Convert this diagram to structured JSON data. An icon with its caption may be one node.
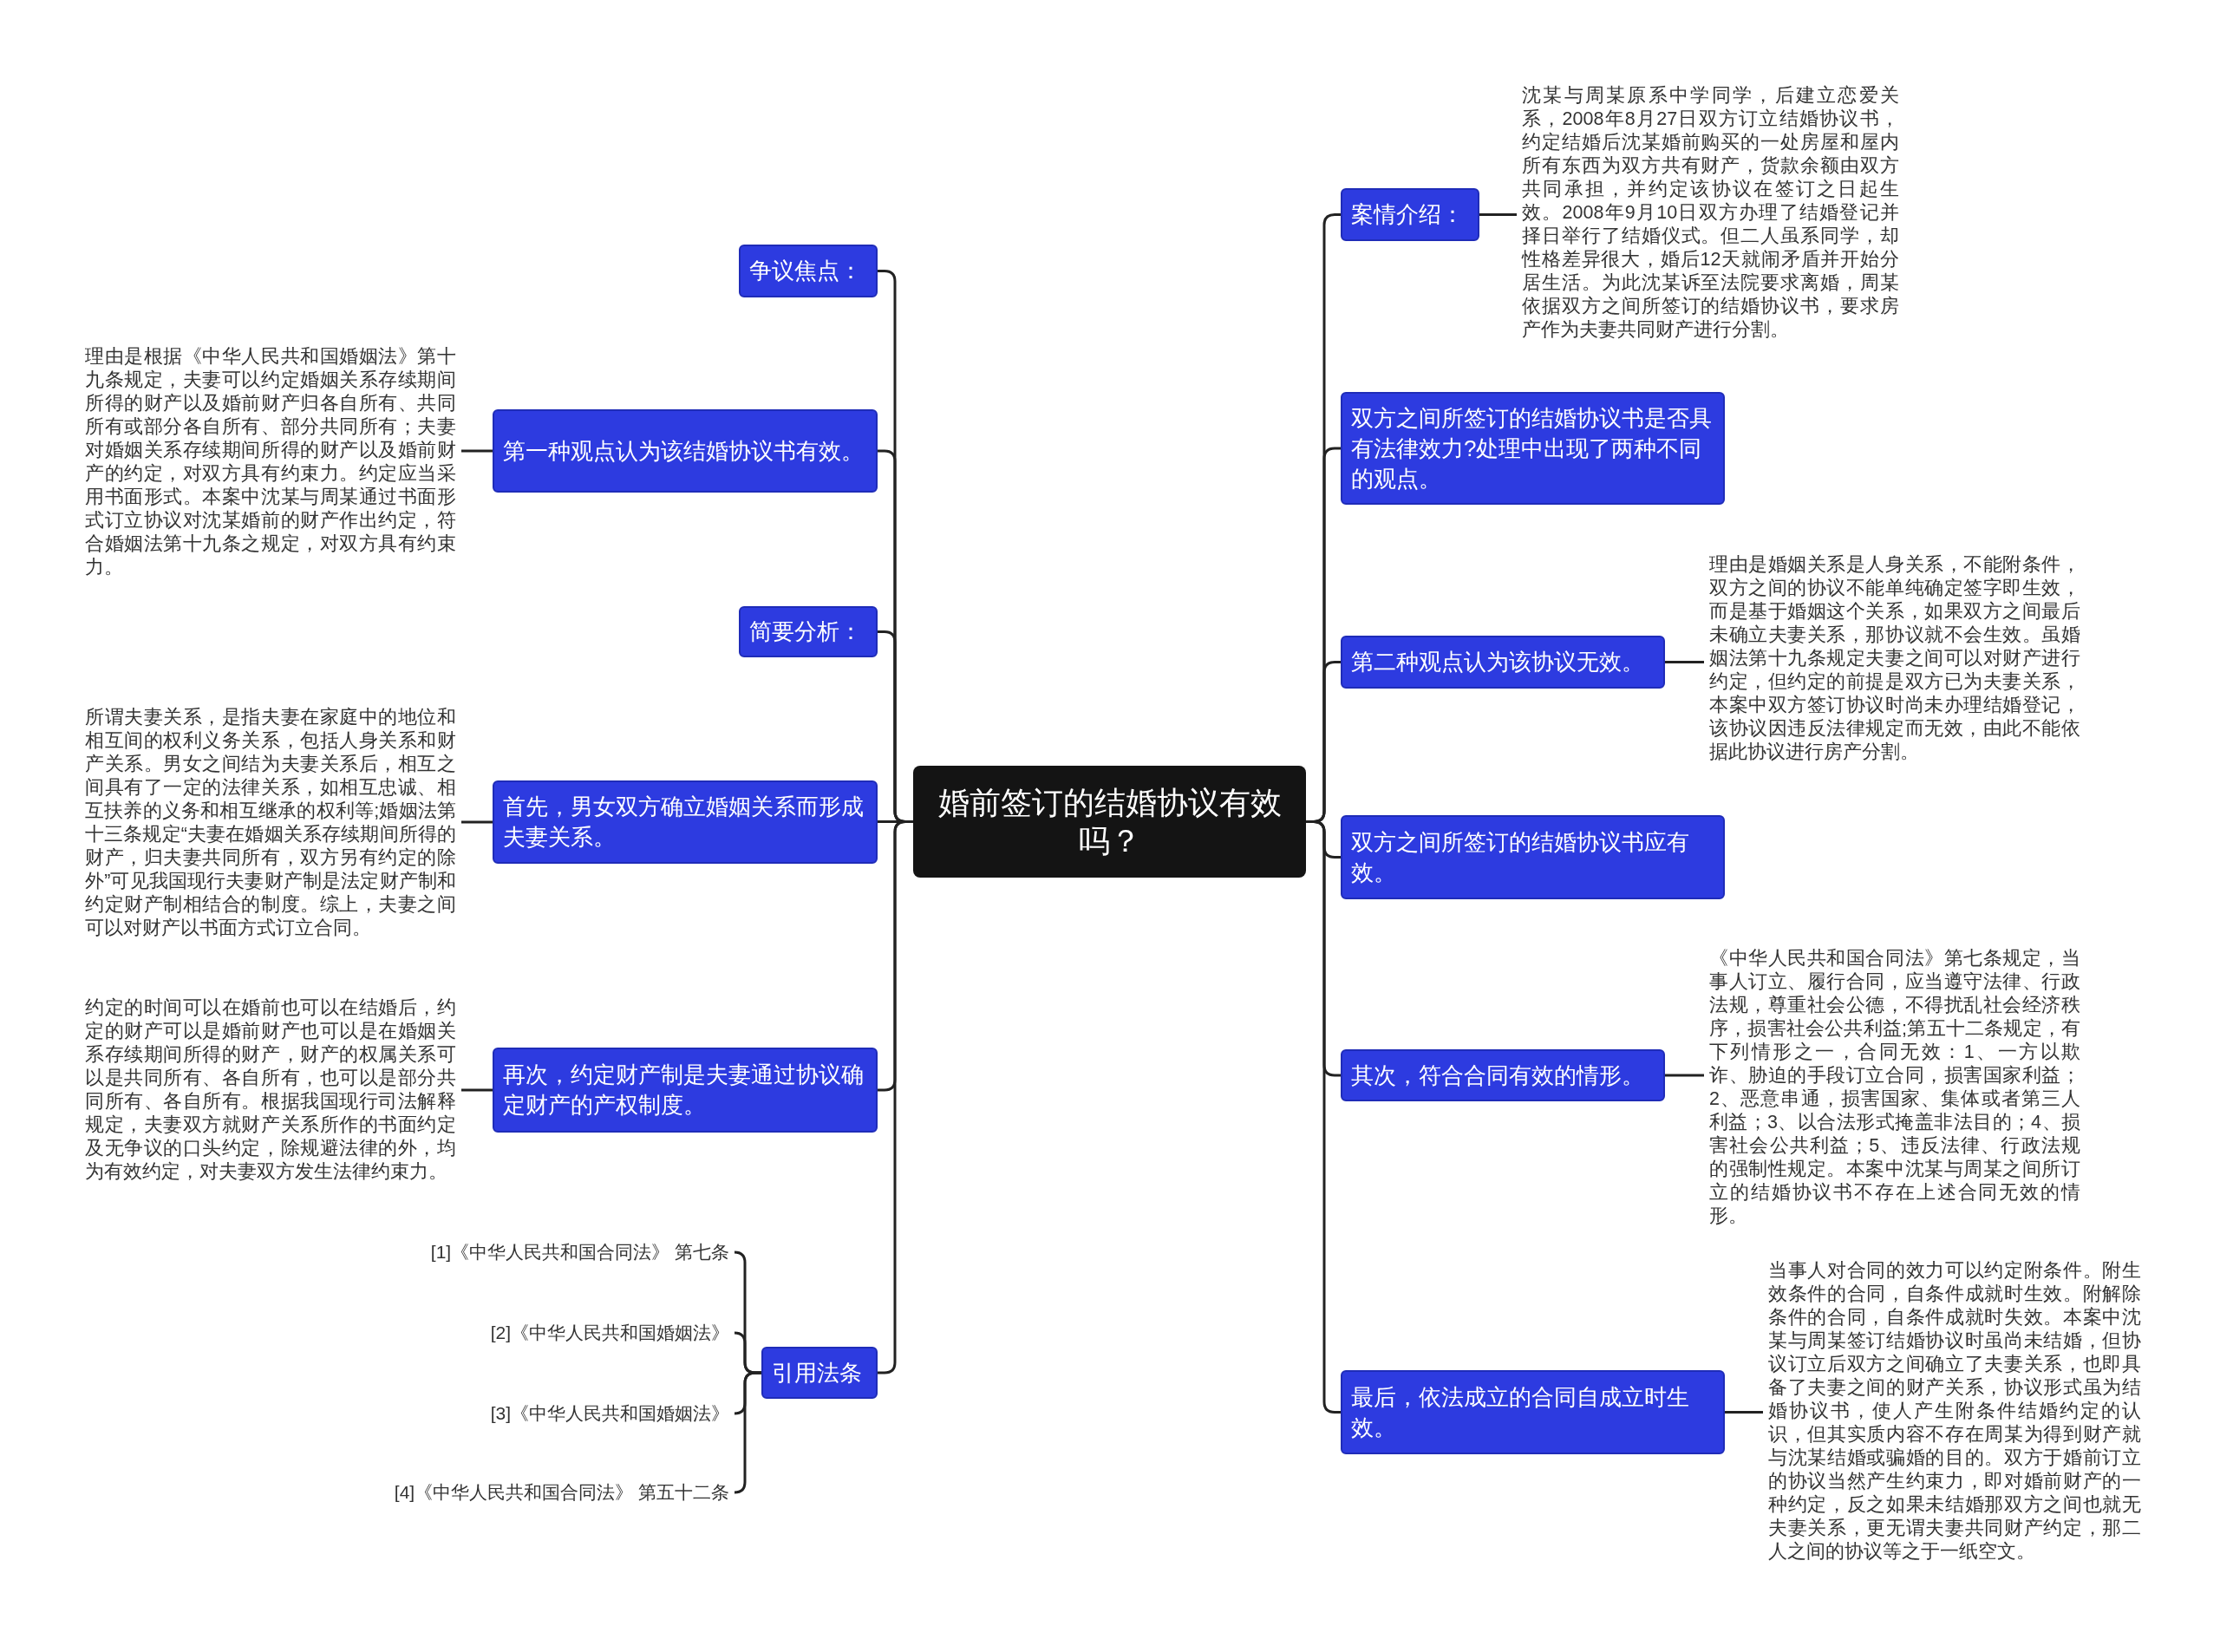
{
  "diagram": {
    "nodes": [
      {
        "text": [
          "婚前签订的结婚协议有效吗？"
        ]
      },
      {
        "text": [
          "争议焦点："
        ]
      },
      {
        "text": [
          "第一种观点认为该结婚协议书有效。"
        ]
      },
      {
        "text": [
          "理由是根据《中华人民共和国婚姻法》第十九条规定，夫妻可以约定婚姻关系存续期间所得的财产以及婚前财产归各自所有、共同所有或部分各自所有、部分共同所有；夫妻对婚姻关系存续期间所得的财产以及婚前财产的约定，对双方具有约束力。约定应当采用书面形式。本案中沈某与周某通过书面形式订立协议对沈某婚前的财产作出约定，符合婚姻法第十九条之规定，对双方具有约束力。"
        ]
      },
      {
        "text": [
          "简要分析："
        ]
      },
      {
        "text": [
          "首先，男女双方确立婚姻关系而形成夫妻关系。"
        ]
      },
      {
        "text": [
          "所谓夫妻关系，是指夫妻在家庭中的地位和相互间的权利义务关系，包括人身关系和财产关系。男女之间结为夫妻关系后，相互之间具有了一定的法律关系，如相互忠诚、相互扶养的义务和相互继承的权利等;婚姻法第十三条规定“夫妻在婚姻关系存续期间所得的财产，归夫妻共同所有，双方另有约定的除外”可见我国现行夫妻财产制是法定财产制和约定财产制相结合的制度。综上，夫妻之间可以对财产以书面方式订立合同。"
        ]
      },
      {
        "text": [
          "再次，约定财产制是夫妻通过协议确定财产的产权制度。"
        ]
      },
      {
        "text": [
          "约定的时间可以在婚前也可以在结婚后，约定的财产可以是婚前财产也可以是在婚姻关系存续期间所得的财产，财产的权属关系可以是共同所有、各自所有，也可以是部分共同所有、各自所有。根据我国现行司法解释规定，夫妻双方就财产关系所作的书面约定及无争议的口头约定，除规避法律的外，均为有效约定，对夫妻双方发生法律约束力。"
        ]
      },
      {
        "text": [
          "引用法条"
        ]
      },
      {
        "text": [
          "[1]《中华人民共和国合同法》 第七条"
        ]
      },
      {
        "text": [
          "[2]《中华人民共和国婚姻法》"
        ]
      },
      {
        "text": [
          "[3]《中华人民共和国婚姻法》"
        ]
      },
      {
        "text": [
          "[4]《中华人民共和国合同法》 第五十二条"
        ]
      },
      {
        "text": [
          "案情介绍："
        ]
      },
      {
        "text": [
          "沈某与周某原系中学同学，后建立恋爱关系，2008年8月27日双方订立结婚协议书，约定结婚后沈某婚前购买的一处房屋和屋内所有东西为双方共有财产，货款余额由双方共同承担，并约定该协议在签订之日起生效。2008年9月10日双方办理了结婚登记并择日举行了结婚仪式。但二人虽系同学，却性格差异很大，婚后12天就闹矛盾并开始分居生活。为此沈某诉至法院要求离婚，周某依据双方之间所签订的结婚协议书，要求房产作为夫妻共同财产进行分割。"
        ]
      },
      {
        "text": [
          "双方之间所签订的结婚协议书是否具有法律效力?处理中出现了两种不同的观点。"
        ]
      },
      {
        "text": [
          "第二种观点认为该协议无效。"
        ]
      },
      {
        "text": [
          "理由是婚姻关系是人身关系，不能附条件，双方之间的协议不能单纯确定签字即生效，而是基于婚姻这个关系，如果双方之间最后未确立夫妻关系，那协议就不会生效。虽婚姻法第十九条规定夫妻之间可以对财产进行约定，但约定的前提是双方已为夫妻关系，本案中双方签订协议时尚未办理结婚登记，该协议因违反法律规定而无效，由此不能依据此协议进行房产分割。"
        ]
      },
      {
        "text": [
          "双方之间所签订的结婚协议书应有效。"
        ]
      },
      {
        "text": [
          "其次，符合合同有效的情形。"
        ]
      },
      {
        "text": [
          "《中华人民共和国合同法》第七条规定，当事人订立、履行合同，应当遵守法律、行政法规，尊重社会公德，不得扰乱社会经济秩序，损害社会公共利益;第五十二条规定，有下列情形之一，合同无效：1、一方以欺诈、胁迫的手段订立合同，损害国家利益；2、恶意串通，损害国家、集体或者第三人利益；3、以合法形式掩盖非法目的；4、损害社会公共利益；5、违反法律、行政法规的强制性规定。本案中沈某与周某之间所订立的结婚协议书不存在上述合同无效的情形。"
        ]
      },
      {
        "text": [
          "最后，依法成立的合同自成立时生效。"
        ]
      },
      {
        "text": [
          "当事人对合同的效力可以约定附条件。附生效条件的合同，自条件成就时生效。附解除条件的合同，自条件成就时失效。本案中沈某与周某签订结婚协议时虽尚未结婚，但协议订立后双方之间确立了夫妻关系，也即具备了夫妻之间的财产关系，协议形式虽为结婚协议书，使人产生附条件结婚约定的认识，但其实质内容不存在周某为得到财产就与沈某结婚或骗婚的目的。双方于婚前订立的协议当然产生约束力，即对婚前财产的一种约定，反之如果未结婚那双方之间也就无夫妻关系，更无谓夫妻共同财产约定，那二人之间的协议等之于一纸空文。"
        ]
      }
    ],
    "edges": [
      {
        "from": 0,
        "to": 1,
        "arrow": "none"
      },
      {
        "from": 0,
        "to": 2,
        "arrow": "none"
      },
      {
        "from": 2,
        "to": 3,
        "arrow": "none"
      },
      {
        "from": 0,
        "to": 4,
        "arrow": "none"
      },
      {
        "from": 0,
        "to": 5,
        "arrow": "none"
      },
      {
        "from": 5,
        "to": 6,
        "arrow": "none"
      },
      {
        "from": 0,
        "to": 7,
        "arrow": "none"
      },
      {
        "from": 7,
        "to": 8,
        "arrow": "none"
      },
      {
        "from": 0,
        "to": 9,
        "arrow": "none"
      },
      {
        "from": 9,
        "to": 10,
        "arrow": "none"
      },
      {
        "from": 9,
        "to": 11,
        "arrow": "none"
      },
      {
        "from": 9,
        "to": 12,
        "arrow": "none"
      },
      {
        "from": 9,
        "to": 13,
        "arrow": "none"
      },
      {
        "from": 0,
        "to": 14,
        "arrow": "none"
      },
      {
        "from": 14,
        "to": 15,
        "arrow": "none"
      },
      {
        "from": 0,
        "to": 16,
        "arrow": "none"
      },
      {
        "from": 0,
        "to": 17,
        "arrow": "none"
      },
      {
        "from": 17,
        "to": 18,
        "arrow": "none"
      },
      {
        "from": 0,
        "to": 19,
        "arrow": "none"
      },
      {
        "from": 0,
        "to": 20,
        "arrow": "none"
      },
      {
        "from": 20,
        "to": 21,
        "arrow": "none"
      },
      {
        "from": 0,
        "to": 22,
        "arrow": "none"
      },
      {
        "from": 22,
        "to": 23,
        "arrow": "none"
      }
    ]
  }
}
